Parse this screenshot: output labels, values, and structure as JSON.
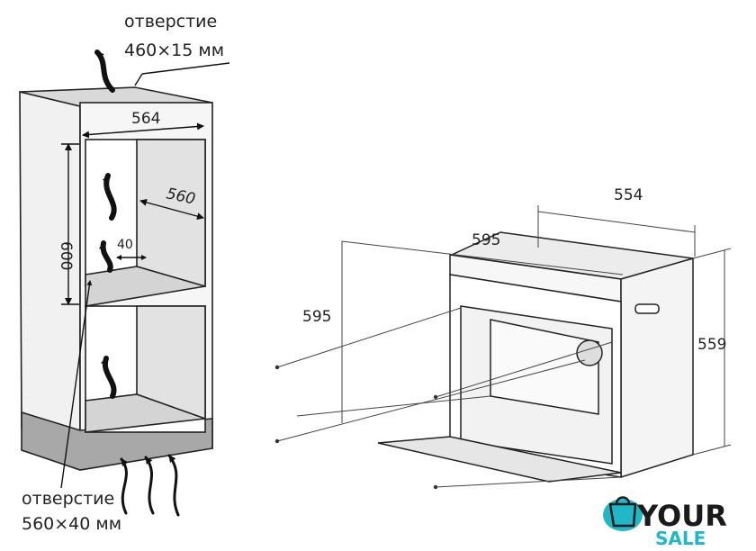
{
  "cabinet": {
    "top_opening_label": "отверстие",
    "top_opening_size": "460×15 мм",
    "width_dim": "564",
    "depth_dim": "560",
    "height_dim": "600",
    "gap_dim": "40",
    "bottom_opening_label": "отверстие",
    "bottom_opening_size": "560×40 мм"
  },
  "oven": {
    "depth_dim": "554",
    "width_dim": "595",
    "height_dim": "595",
    "side_height_dim": "559"
  },
  "logo": {
    "line1": "YOUR",
    "line2": "SALE",
    "accent_color": "#1fb8c8"
  }
}
